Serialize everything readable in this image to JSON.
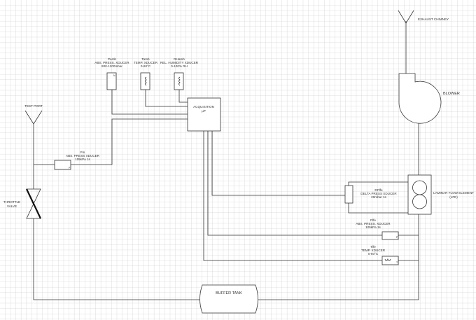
{
  "components": {
    "test_port": {
      "label": "TEST PORT"
    },
    "throttle_valve": {
      "line1": "THROTTLE",
      "line2": "VALVE"
    },
    "pin": {
      "tag": "Pin",
      "name": "ABS. PRESS XDUCER",
      "range": "105kPa 1s",
      "pin_mark": "P"
    },
    "pamb": {
      "tag": "Pamb",
      "name": "ABS. PRESS. XDUCER",
      "range": "800-1200mbar",
      "pin_mark": "N"
    },
    "tamb": {
      "tag": "Tamb",
      "name": "TEMP. XDUCER",
      "range": "0-60°C"
    },
    "rhamb": {
      "tag": "RHamb",
      "name": "REL. HUMIDITY XDUCER",
      "range": "0-100% RH"
    },
    "acquisition": {
      "line1": "ACQUISITION",
      "line2": "µP"
    },
    "dplfe": {
      "tag": "DPlfe",
      "name": "DELTA PRESS XDUCER",
      "range": "20mbar 1s"
    },
    "lfe": {
      "line1": "LAMINAR FLOW ELEMENT",
      "line2": "(LFE)"
    },
    "plfe": {
      "tag": "Plfe",
      "name": "ABS. PRESS. XDUCER",
      "range": "105kPa 1s",
      "pin_mark": "P"
    },
    "tlfe": {
      "tag": "Tlfe",
      "name": "TEMP. XDUCER",
      "range": "0-60°C",
      "pin_mark": "T"
    },
    "buffer_tank": {
      "label": "BUFFER TANK"
    },
    "blower": {
      "label": "BLOWER"
    },
    "exhaust": {
      "label": "EXHAUST CHIMNEY"
    }
  }
}
